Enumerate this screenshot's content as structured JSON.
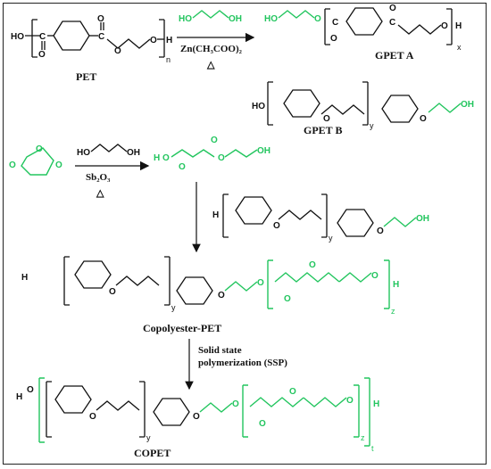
{
  "labels": {
    "pet": "PET",
    "gpet_a": "GPET A",
    "gpet_b": "GPET B",
    "copolyester": "Copolyester-PET",
    "copet": "COPET"
  },
  "reagents": {
    "catalyst_1": "Zn(CH₃COO)₂",
    "catalyst_2": "Sb₂O₃",
    "heat_symbol": "△",
    "ssp_line1": "Solid state",
    "ssp_line2": "polymerization (SSP)"
  },
  "atoms": {
    "ho": "HO",
    "h": "H",
    "oh": "OH",
    "o": "O",
    "c": "C"
  },
  "subscripts": {
    "n": "n",
    "x": "x",
    "y": "y",
    "z": "z",
    "t": "t"
  },
  "colors": {
    "black": "#111111",
    "green": "#22c55e"
  }
}
